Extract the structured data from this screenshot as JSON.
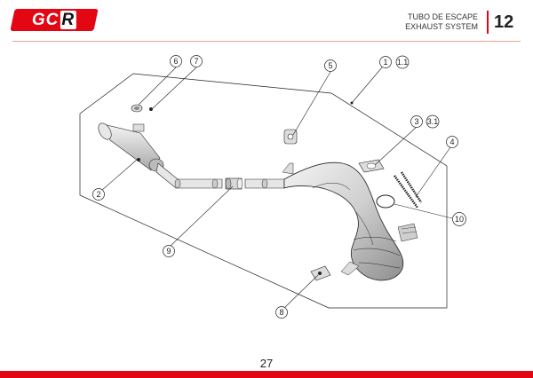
{
  "header": {
    "logo_main": "GC",
    "logo_accent": "R",
    "title_es": "TUBO DE ESCAPE",
    "title_en": "EXHAUST SYSTEM",
    "section": "12"
  },
  "callouts": {
    "c1": "1",
    "c1_1": "1.1",
    "c2": "2",
    "c3": "3",
    "c3_1": "3.1",
    "c4": "4",
    "c5": "5",
    "c6": "6",
    "c7": "7",
    "c8": "8",
    "c9": "9",
    "c10": "10"
  },
  "footer": {
    "page": "27"
  },
  "colors": {
    "brand_red": "#e30613",
    "line": "#222222"
  }
}
